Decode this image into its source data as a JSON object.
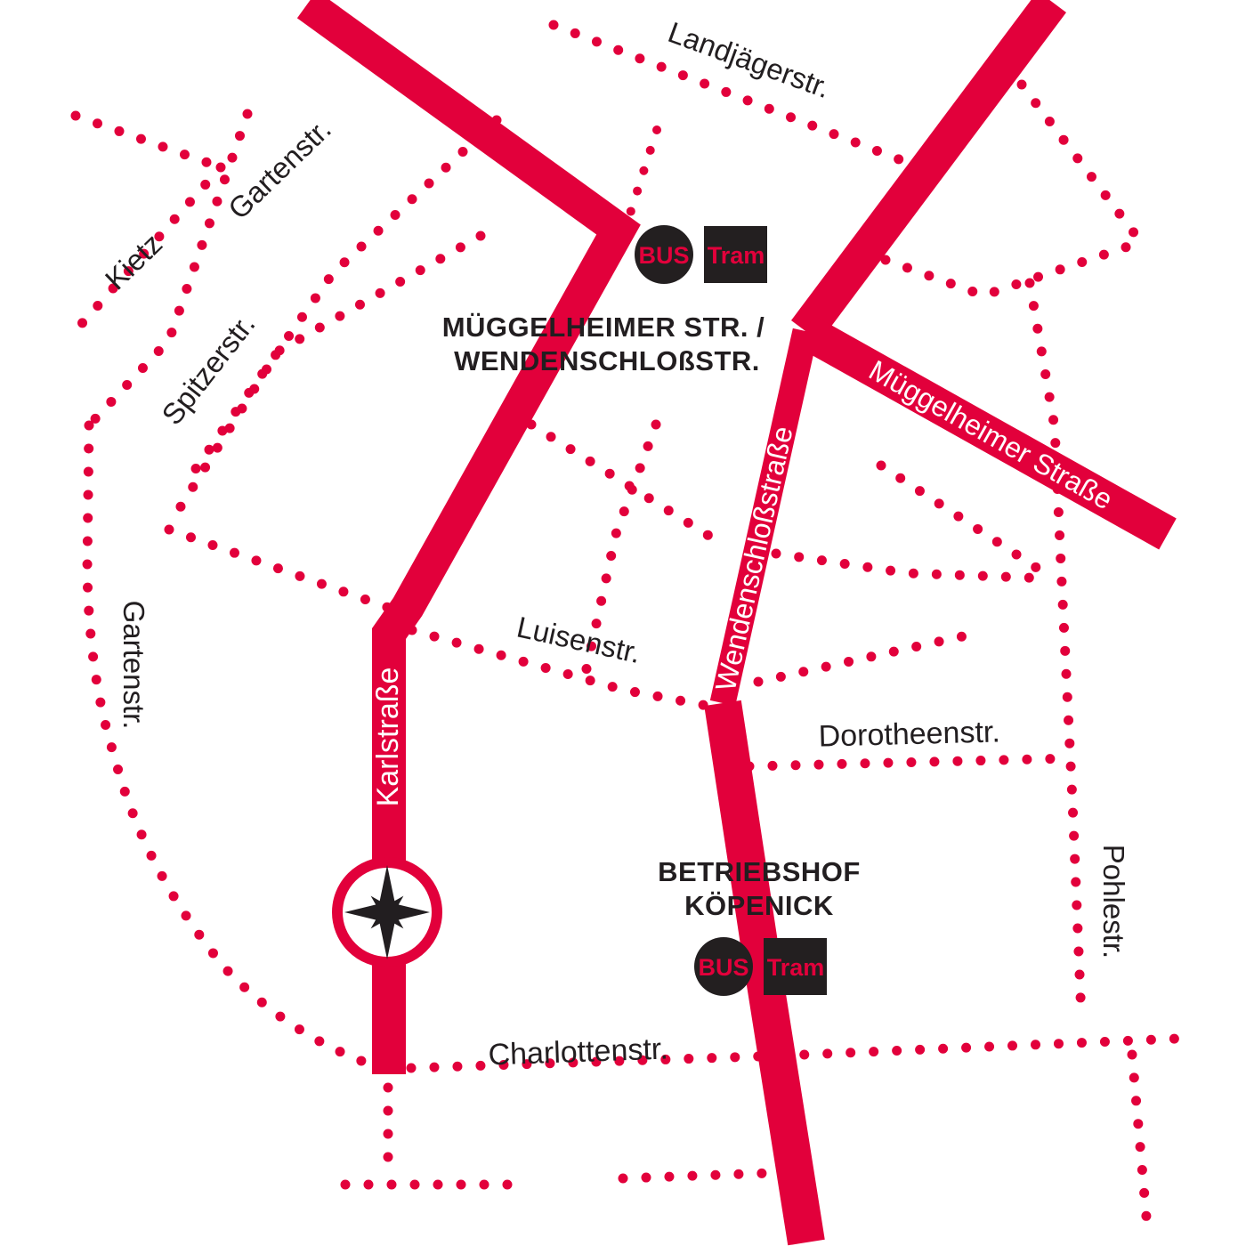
{
  "map": {
    "title": "Köpenick tram and bus stop map",
    "colors": {
      "line_red": "#e2003b",
      "label_dark": "#221e20",
      "badge_background": "#231f20",
      "label_on_line": "#ffffff",
      "background": "#ffffff"
    },
    "street_labels": [
      {
        "id": "landjaegerstr",
        "text": "Landjägerstr.",
        "color": "dark"
      },
      {
        "id": "gartenstr-top",
        "text": "Gartenstr.",
        "color": "dark"
      },
      {
        "id": "kietz",
        "text": "Kietz",
        "color": "dark"
      },
      {
        "id": "spitzerstr",
        "text": "Spitzerstr.",
        "color": "dark"
      },
      {
        "id": "gartenstr-left",
        "text": "Gartenstr.",
        "color": "dark"
      },
      {
        "id": "karlstrasse",
        "text": "Karlstraße",
        "color": "white"
      },
      {
        "id": "luisenstr",
        "text": "Luisenstr.",
        "color": "dark"
      },
      {
        "id": "wendenschlossstrasse",
        "text": "Wendenschloßstraße",
        "color": "white"
      },
      {
        "id": "mueggelheimer-strasse",
        "text": "Müggelheimer Straße",
        "color": "white"
      },
      {
        "id": "dorotheenstr",
        "text": "Dorotheenstr.",
        "color": "dark"
      },
      {
        "id": "pohlestr",
        "text": "Pohlestr.",
        "color": "dark"
      },
      {
        "id": "charlottenstr",
        "text": "Charlottenstr.",
        "color": "dark"
      }
    ],
    "stops": [
      {
        "id": "mueggelheimer-wendenschloss",
        "name_lines": [
          "MÜGGELHEIMER STR. /",
          "WENDENSCHLOßSTR."
        ],
        "badges": {
          "bus": "BUS",
          "tram": "Tram"
        }
      },
      {
        "id": "betriebshof-koepenick",
        "name_lines": [
          "BETRIEBSHOF",
          "KÖPENICK"
        ],
        "badges": {
          "bus": "BUS",
          "tram": "Tram"
        }
      }
    ],
    "compass": {
      "id": "compass-rose"
    }
  }
}
